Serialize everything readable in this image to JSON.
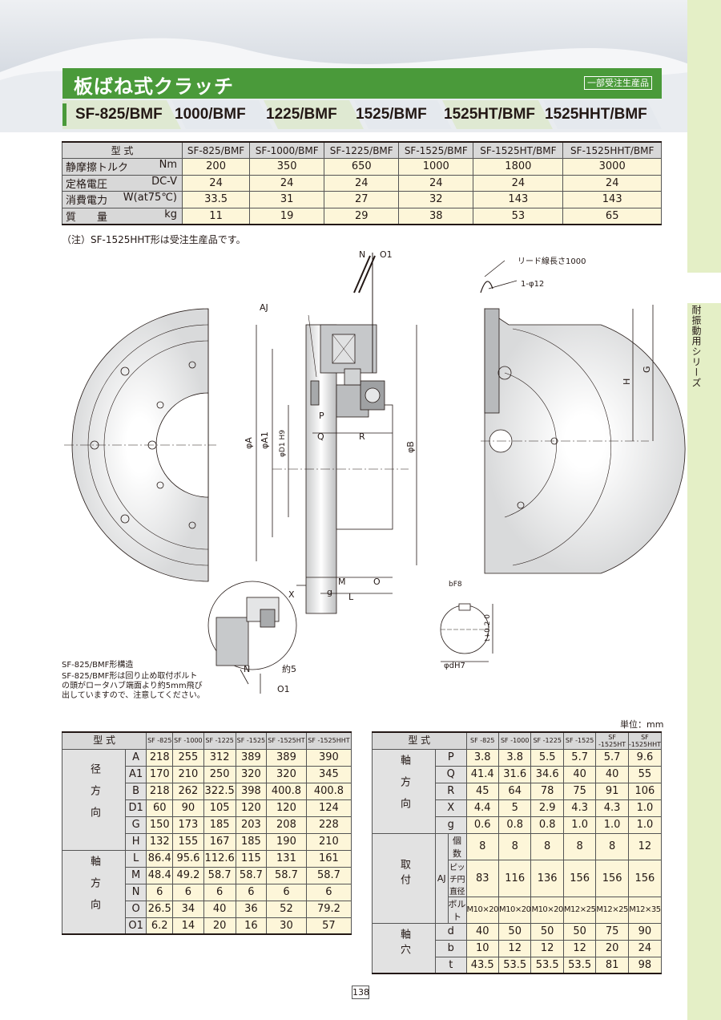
{
  "header": {
    "title": "板ばね式クラッチ",
    "badge": "一部受注生産品",
    "models": [
      "SF-825/BMF",
      "1000/BMF",
      "1225/BMF",
      "1525/BMF",
      "1525HT/BMF",
      "1525HHT/BMF"
    ],
    "accent_color": "#4a9a3a"
  },
  "side_label": "耐振動用シリーズ",
  "spec_table": {
    "type_label": "型 式",
    "columns": [
      "SF-825/BMF",
      "SF-1000/BMF",
      "SF-1225/BMF",
      "SF-1525/BMF",
      "SF-1525HT/BMF",
      "SF-1525HHT/BMF"
    ],
    "rows": [
      {
        "label": "静摩擦トルク",
        "unit": "Nm",
        "values": [
          "200",
          "350",
          "650",
          "1000",
          "1800",
          "3000"
        ]
      },
      {
        "label": "定格電圧",
        "unit": "DC-V",
        "values": [
          "24",
          "24",
          "24",
          "24",
          "24",
          "24"
        ]
      },
      {
        "label": "消費電力",
        "unit": "W(at75℃)",
        "values": [
          "33.5",
          "31",
          "27",
          "32",
          "143",
          "143"
        ]
      },
      {
        "label": "質　　量",
        "unit": "kg",
        "values": [
          "11",
          "19",
          "29",
          "38",
          "53",
          "65"
        ]
      }
    ]
  },
  "note": "（注）SF-1525HHT形は受注生産品です。",
  "drawing_labels": {
    "N": "N",
    "O1": "O1",
    "AJ": "AJ",
    "lead": "リード線長さ1000",
    "hole": "1-φ12",
    "P": "P",
    "Q": "Q",
    "R": "R",
    "phiA": "φA",
    "phiA1": "φA1",
    "phiD1": "φD1 H9",
    "phiB": "φB",
    "H": "H",
    "G": "G",
    "M": "M",
    "O": "O",
    "X": "X",
    "g": "g",
    "L": "L",
    "bF8": "bF8",
    "t": "t+0.2 0",
    "phid": "φdH7",
    "N2": "N",
    "yaku5": "約5",
    "O1b": "O1"
  },
  "structure": {
    "title": "SF-825/BMF形構造",
    "desc_lines": [
      "SF-825/BMF形は回り止め取付ボルト",
      "の頭がロータハブ端面より約5mm飛び",
      "出していますので、注意してください。"
    ]
  },
  "unit_label": "単位：mm",
  "dim_left": {
    "type_label": "型 式",
    "columns": [
      "SF -825",
      "SF -1000",
      "SF -1225",
      "SF -1525",
      "SF -1525HT",
      "SF -1525HHT"
    ],
    "groups": [
      {
        "name": "径方向",
        "rows": [
          {
            "sym": "A",
            "values": [
              "218",
              "255",
              "312",
              "389",
              "389",
              "390"
            ]
          },
          {
            "sym": "A1",
            "values": [
              "170",
              "210",
              "250",
              "320",
              "320",
              "345"
            ]
          },
          {
            "sym": "B",
            "values": [
              "218",
              "262",
              "322.5",
              "398",
              "400.8",
              "400.8"
            ]
          },
          {
            "sym": "D1",
            "values": [
              "60",
              "90",
              "105",
              "120",
              "120",
              "124"
            ]
          },
          {
            "sym": "G",
            "values": [
              "150",
              "173",
              "185",
              "203",
              "208",
              "228"
            ]
          },
          {
            "sym": "H",
            "values": [
              "132",
              "155",
              "167",
              "185",
              "190",
              "210"
            ]
          }
        ]
      },
      {
        "name": "軸方向",
        "rows": [
          {
            "sym": "L",
            "values": [
              "86.4",
              "95.6",
              "112.6",
              "115",
              "131",
              "161"
            ]
          },
          {
            "sym": "M",
            "values": [
              "48.4",
              "49.2",
              "58.7",
              "58.7",
              "58.7",
              "58.7"
            ]
          },
          {
            "sym": "N",
            "values": [
              "6",
              "6",
              "6",
              "6",
              "6",
              "6"
            ]
          },
          {
            "sym": "O",
            "values": [
              "26.5",
              "34",
              "40",
              "36",
              "52",
              "79.2"
            ]
          },
          {
            "sym": "O1",
            "values": [
              "6.2",
              "14",
              "20",
              "16",
              "30",
              "57"
            ]
          }
        ]
      }
    ]
  },
  "dim_right": {
    "type_label": "型 式",
    "columns": [
      "SF -825",
      "SF -1000",
      "SF -1225",
      "SF -1525",
      "SF -1525HT",
      "SF -1525HHT"
    ],
    "axial": {
      "name": "軸方向",
      "rows": [
        {
          "sym": "P",
          "values": [
            "3.8",
            "3.8",
            "5.5",
            "5.7",
            "5.7",
            "9.6"
          ]
        },
        {
          "sym": "Q",
          "values": [
            "41.4",
            "31.6",
            "34.6",
            "40",
            "40",
            "55"
          ]
        },
        {
          "sym": "R",
          "values": [
            "45",
            "64",
            "78",
            "75",
            "91",
            "106"
          ]
        },
        {
          "sym": "X",
          "values": [
            "4.4",
            "5",
            "2.9",
            "4.3",
            "4.3",
            "1.0"
          ]
        },
        {
          "sym": "g",
          "values": [
            "0.6",
            "0.8",
            "0.8",
            "1.0",
            "1.0",
            "1.0"
          ]
        }
      ]
    },
    "mount": {
      "name": "取付",
      "sub": "AJ",
      "rows": [
        {
          "sym": "個　数",
          "values": [
            "8",
            "8",
            "8",
            "8",
            "8",
            "12"
          ]
        },
        {
          "sym": "ピッチ円直径",
          "values": [
            "83",
            "116",
            "136",
            "156",
            "156",
            "156"
          ]
        },
        {
          "sym": "ボルト",
          "values": [
            "M10×20",
            "M10×20",
            "M10×20",
            "M12×25",
            "M12×25",
            "M12×35"
          ]
        }
      ]
    },
    "bore": {
      "name": "軸穴",
      "rows": [
        {
          "sym": "d",
          "values": [
            "40",
            "50",
            "50",
            "50",
            "75",
            "90"
          ]
        },
        {
          "sym": "b",
          "values": [
            "10",
            "12",
            "12",
            "12",
            "20",
            "24"
          ]
        },
        {
          "sym": "t",
          "values": [
            "43.5",
            "53.5",
            "53.5",
            "53.5",
            "81",
            "98"
          ]
        }
      ]
    }
  },
  "page_number": "138"
}
